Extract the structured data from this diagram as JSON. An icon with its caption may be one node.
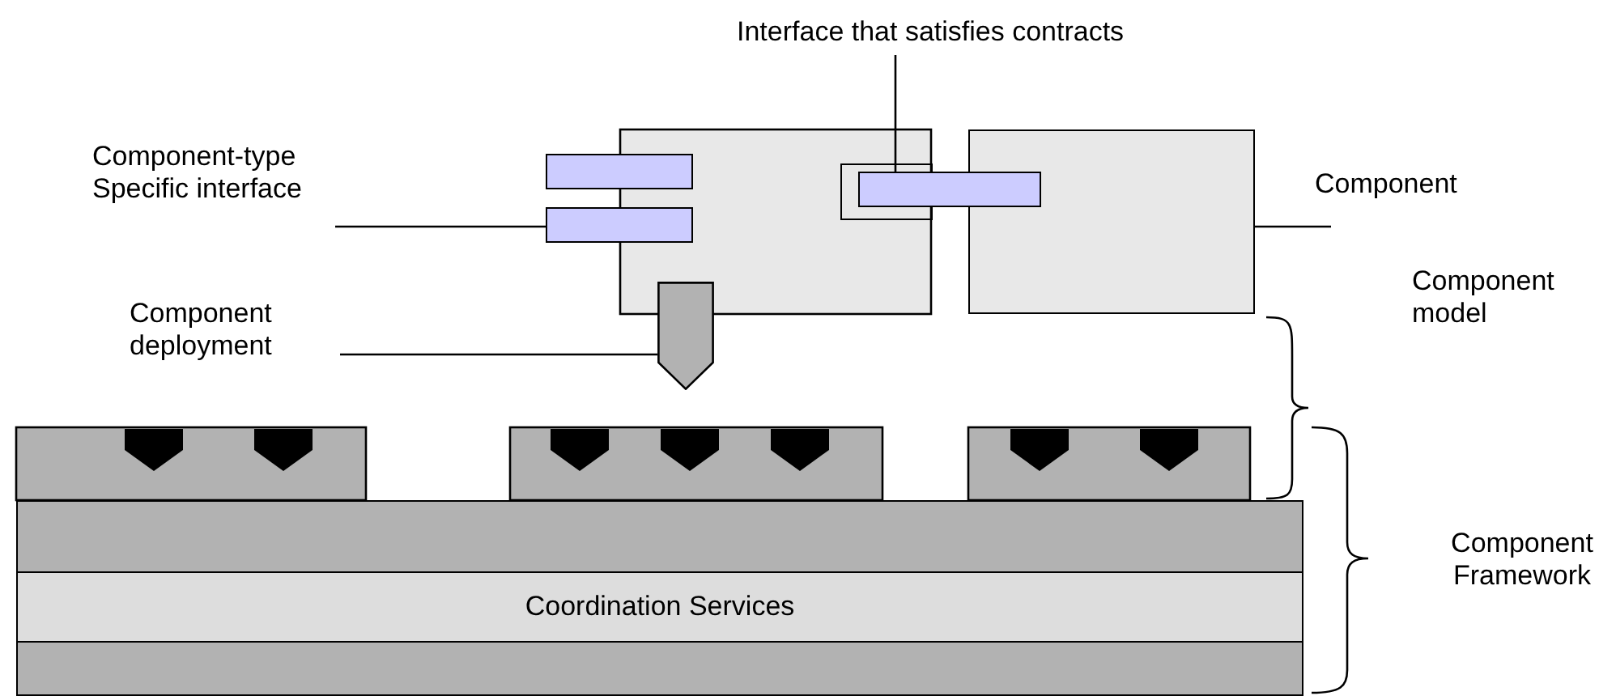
{
  "diagram": {
    "nodes": [
      {
        "text": [
          "Interface that satisfies contracts"
        ]
      },
      {
        "text": [
          "Component-type Specific interface"
        ]
      },
      {
        "text": [
          "Component"
        ]
      },
      {
        "text": [
          "Component deployment"
        ]
      },
      {
        "text": [],
        "shape": "bar"
      },
      {
        "text": [],
        "shape": "bar"
      },
      {
        "text": [],
        "shape": "bar"
      },
      {
        "text": [],
        "shape": "box"
      },
      {
        "text": [],
        "shape": "pentagon"
      },
      {
        "text": [],
        "shape": "box"
      },
      {
        "text": [
          "Coordination Services"
        ],
        "in": 9
      }
    ],
    "edges": [
      {
        "from": 0,
        "to": 5,
        "arrow": "none"
      },
      {
        "from": 1,
        "to": 6,
        "arrow": "none"
      },
      {
        "from": 2,
        "to": 7,
        "arrow": "none"
      },
      {
        "from": 3,
        "to": 8,
        "arrow": "none"
      }
    ],
    "labels": [
      "Component model",
      "Component Framework"
    ]
  }
}
